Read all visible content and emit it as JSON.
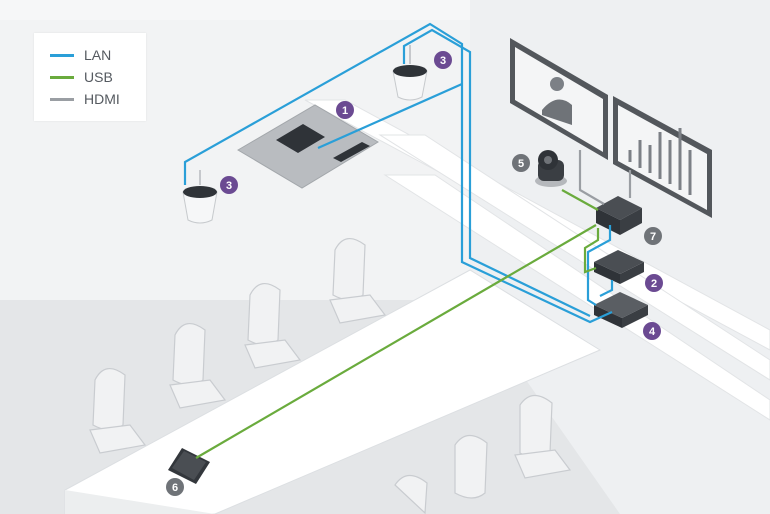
{
  "legend": {
    "items": [
      {
        "label": "LAN",
        "color": "#2a9fd8"
      },
      {
        "label": "USB",
        "color": "#6aab3d"
      },
      {
        "label": "HDMI",
        "color": "#9a9ea3"
      }
    ]
  },
  "badges": [
    {
      "label": "1",
      "color": "#6b4a92"
    },
    {
      "label": "2",
      "color": "#6b4a92"
    },
    {
      "label": "3",
      "color": "#6b4a92"
    },
    {
      "label": "3",
      "color": "#6b4a92"
    },
    {
      "label": "4",
      "color": "#6b4a92"
    },
    {
      "label": "5",
      "color": "#6f7378"
    },
    {
      "label": "6",
      "color": "#6f7378"
    },
    {
      "label": "7",
      "color": "#6f7378"
    }
  ],
  "colors": {
    "lan": "#2a9fd8",
    "usb": "#6aab3d",
    "hdmi": "#9a9ea3",
    "device_dark": "#33373c"
  }
}
